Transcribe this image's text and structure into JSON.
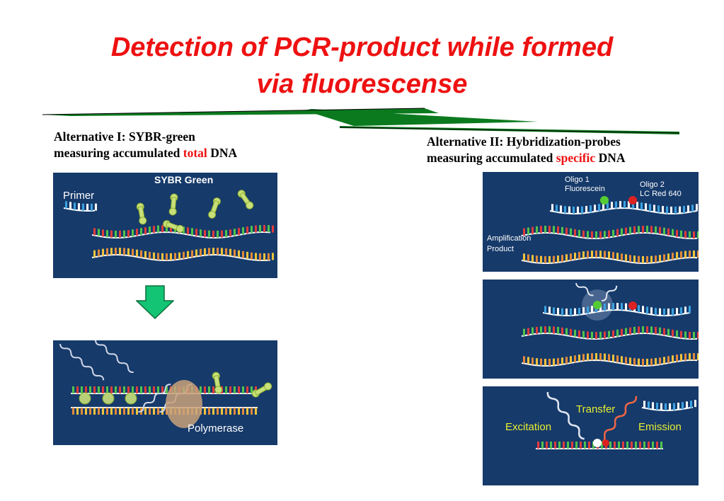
{
  "title": {
    "line1": "Detection of PCR-product while formed",
    "line2": "via fluorescense"
  },
  "alternative_1": {
    "line1": "Alternative I: SYBR-green",
    "line2_prefix": "measuring accumulated ",
    "highlight": "total",
    "line2_suffix": " DNA",
    "panel_top": {
      "sybr_label": "SYBR Green",
      "primer_label": "Primer"
    },
    "panel_bottom": {
      "polymerase_label": "Polymerase"
    }
  },
  "alternative_2": {
    "line1": "Alternative II: Hybridization-probes",
    "line2_prefix": "measuring accumulated ",
    "highlight": "specific",
    "line2_suffix": " DNA",
    "panel_1": {
      "oligo1_line1": "Oligo 1",
      "oligo1_line2": "Fluorescein",
      "oligo2_line1": "Oligo 2",
      "oligo2_line2": "LC Red 640",
      "amp_line1": "Amplification",
      "amp_line2": "Product"
    },
    "panel_3": {
      "excitation": "Excitation",
      "transfer": "Transfer",
      "emission": "Emission"
    }
  },
  "colors": {
    "title": "#ee1111",
    "highlight": "#ee1111",
    "panel_bg": "#163a6a",
    "arrow": "#12c473",
    "divider": "#0b7a1e",
    "sybr": "#c8e07a",
    "transfer_label": "#e8ee30"
  },
  "icons": [
    "down-arrow-icon",
    "fluorescein-dot-icon",
    "lc-red-dot-icon"
  ]
}
